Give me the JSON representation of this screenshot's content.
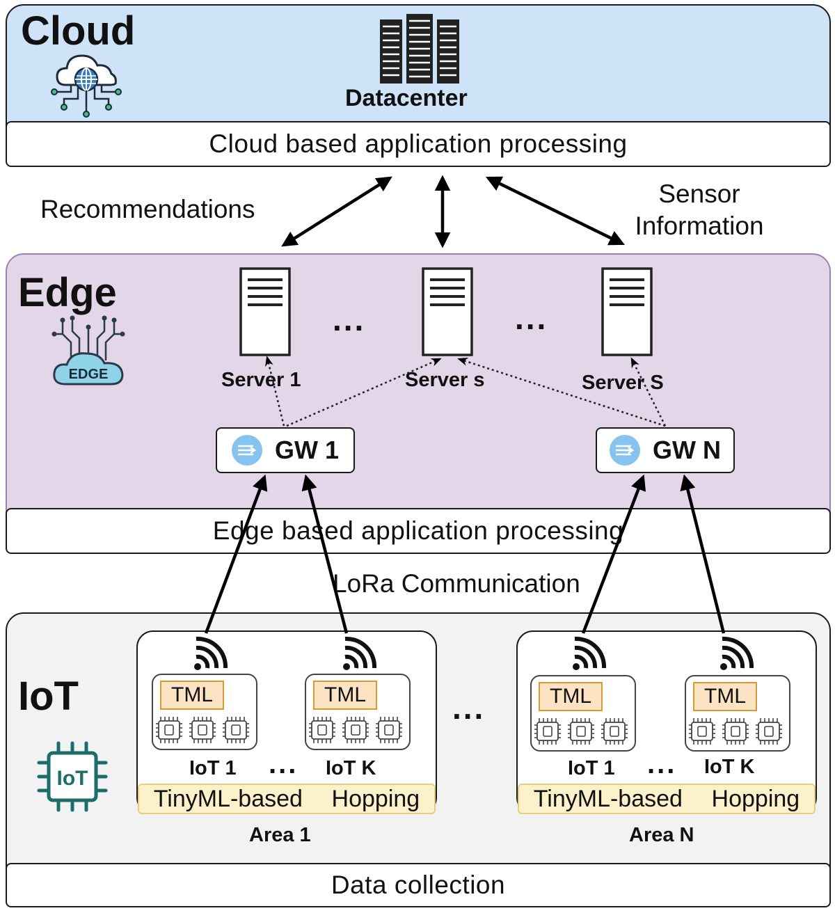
{
  "cloud": {
    "title": "Cloud",
    "datacenter_label": "Datacenter",
    "processing_label": "Cloud based application processing"
  },
  "links": {
    "recommendations": "Recommendations",
    "sensor_information": "Sensor Information",
    "lora": "LoRa Communication"
  },
  "edge": {
    "title": "Edge",
    "icon_text": "EDGE",
    "servers": [
      {
        "label": "Server 1"
      },
      {
        "label": "Server s"
      },
      {
        "label": "Server S"
      }
    ],
    "ellipsis": "...",
    "gateways": [
      {
        "label": "GW 1"
      },
      {
        "label": "GW N"
      }
    ],
    "processing_label": "Edge based application processing"
  },
  "iot": {
    "title": "IoT",
    "icon_text": "IoT",
    "ellipsis": "...",
    "areas": [
      {
        "label": "Area 1",
        "devices": [
          {
            "label": "IoT 1",
            "module": "TML"
          },
          {
            "label": "IoT K",
            "module": "TML"
          }
        ],
        "ellipsis": "...",
        "hopping_left": "TinyML-based",
        "hopping_right": "Hopping"
      },
      {
        "label": "Area N",
        "devices": [
          {
            "label": "IoT 1",
            "module": "TML"
          },
          {
            "label": "IoT K",
            "module": "TML"
          }
        ],
        "ellipsis": "...",
        "hopping_left": "TinyML-based",
        "hopping_right": "Hopping"
      }
    ],
    "collection_label": "Data collection"
  },
  "colors": {
    "cloud_bg": "#cfe3f8",
    "edge_bg": "#e2d6e8",
    "iot_bg": "#f2f2f2",
    "tml_fill": "#fbe3c4",
    "hopping_fill": "#fdf1cc",
    "gateway_icon": "#86c3ee",
    "edge_icon": "#8fd3e6",
    "iot_icon": "#1d6e6a"
  }
}
